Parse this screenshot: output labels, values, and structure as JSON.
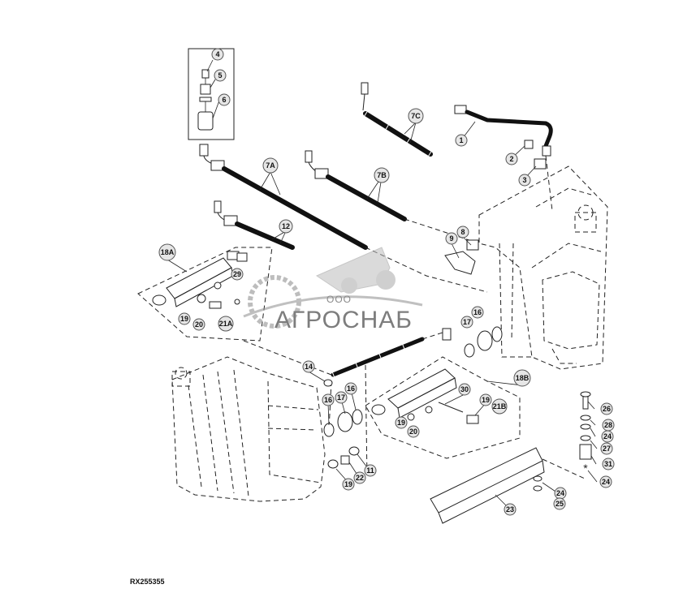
{
  "reference_code": "RX255355",
  "watermark": {
    "prefix": "ООО",
    "name": "АГРОСНАБ"
  },
  "callouts": [
    {
      "id": "c4",
      "label": "4"
    },
    {
      "id": "c5",
      "label": "5"
    },
    {
      "id": "c6",
      "label": "6"
    },
    {
      "id": "c7C",
      "label": "7C"
    },
    {
      "id": "c1",
      "label": "1"
    },
    {
      "id": "c2",
      "label": "2"
    },
    {
      "id": "c3",
      "label": "3"
    },
    {
      "id": "c7A",
      "label": "7A"
    },
    {
      "id": "c7B",
      "label": "7B"
    },
    {
      "id": "c12",
      "label": "12"
    },
    {
      "id": "c18A",
      "label": "18A"
    },
    {
      "id": "c29",
      "label": "29"
    },
    {
      "id": "c19a",
      "label": "19"
    },
    {
      "id": "c20a",
      "label": "20"
    },
    {
      "id": "c21A",
      "label": "21A"
    },
    {
      "id": "c9",
      "label": "9"
    },
    {
      "id": "c8",
      "label": "8"
    },
    {
      "id": "c17a",
      "label": "17"
    },
    {
      "id": "c16a",
      "label": "16"
    },
    {
      "id": "c14",
      "label": "14"
    },
    {
      "id": "c18B",
      "label": "18B"
    },
    {
      "id": "c30",
      "label": "30"
    },
    {
      "id": "c19b",
      "label": "19"
    },
    {
      "id": "c21B",
      "label": "21B"
    },
    {
      "id": "c19c",
      "label": "19"
    },
    {
      "id": "c20b",
      "label": "20"
    },
    {
      "id": "c16b",
      "label": "16"
    },
    {
      "id": "c17b",
      "label": "17"
    },
    {
      "id": "c16c",
      "label": "16"
    },
    {
      "id": "c11",
      "label": "11"
    },
    {
      "id": "c22",
      "label": "22"
    },
    {
      "id": "c19d",
      "label": "19"
    },
    {
      "id": "c26",
      "label": "26"
    },
    {
      "id": "c28",
      "label": "28"
    },
    {
      "id": "c24a",
      "label": "24"
    },
    {
      "id": "c27",
      "label": "27"
    },
    {
      "id": "c31",
      "label": "31"
    },
    {
      "id": "c24b",
      "label": "24"
    },
    {
      "id": "c24c",
      "label": "24"
    },
    {
      "id": "c25",
      "label": "25"
    },
    {
      "id": "c23",
      "label": "23"
    }
  ]
}
